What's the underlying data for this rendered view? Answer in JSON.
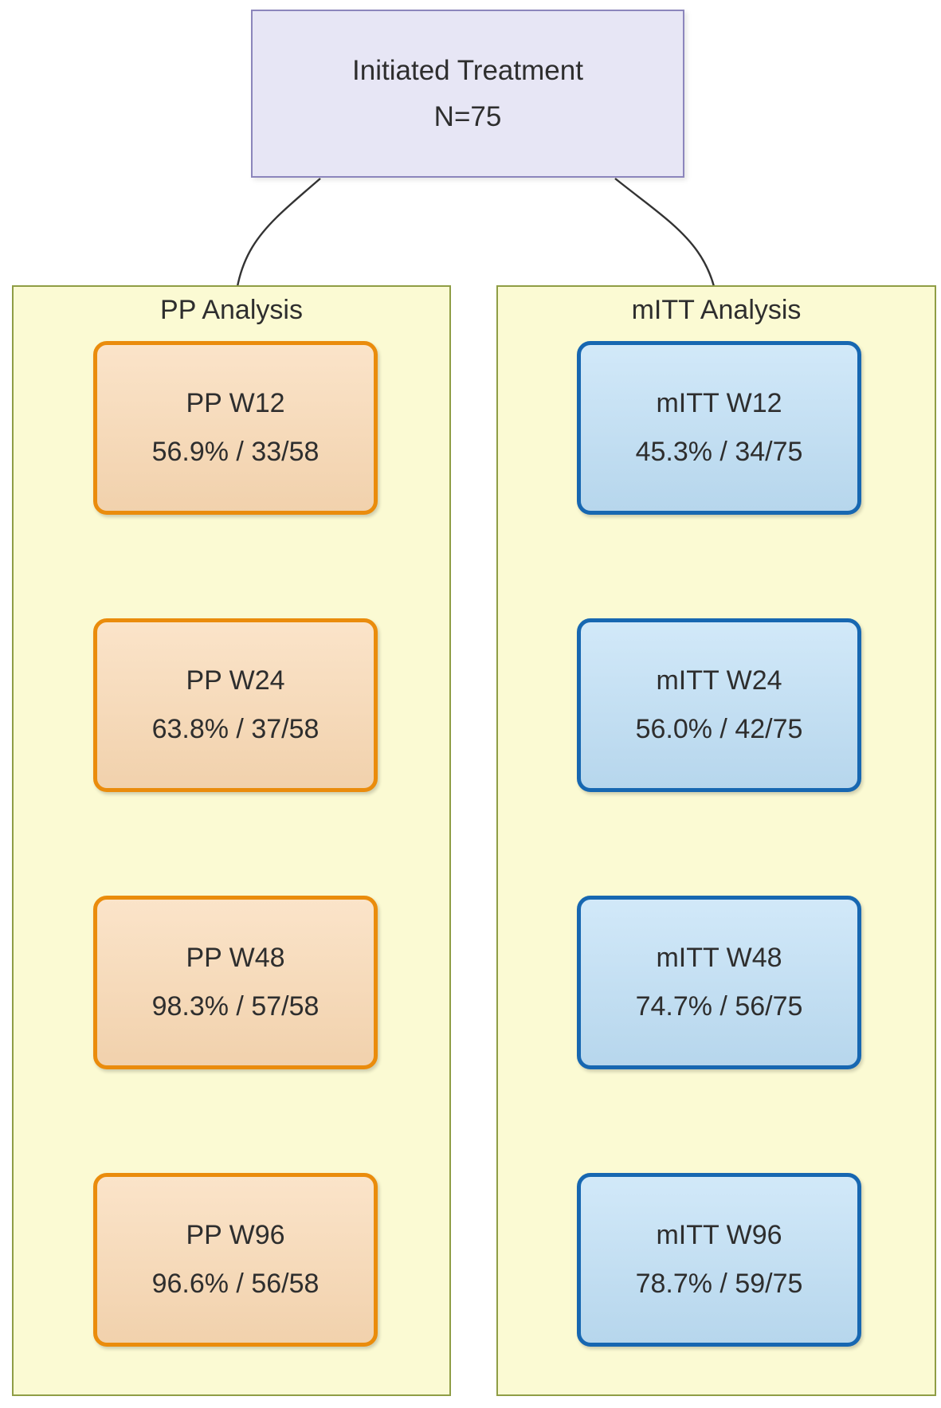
{
  "diagram": {
    "top_box": {
      "label": "Initiated Treatment",
      "sublabel": "N=75"
    },
    "panels": [
      {
        "title": "PP Analysis",
        "boxes": [
          {
            "label": "PP W12",
            "value": "56.9% / 33/58"
          },
          {
            "label": "PP W24",
            "value": "63.8% / 37/58"
          },
          {
            "label": "PP W48",
            "value": "98.3% / 57/58"
          },
          {
            "label": "PP W96",
            "value": "96.6% / 56/58"
          }
        ]
      },
      {
        "title": "mITT Analysis",
        "boxes": [
          {
            "label": "mITT W12",
            "value": "45.3% / 34/75"
          },
          {
            "label": "mITT W24",
            "value": "56.0% / 42/75"
          },
          {
            "label": "mITT W48",
            "value": "74.7% / 56/75"
          },
          {
            "label": "mITT W96",
            "value": "78.7% / 59/75"
          }
        ]
      }
    ],
    "colors": {
      "top_box_fill": "#E7E6F5",
      "top_box_border": "#8C86BC",
      "panel_fill": "#FBFAD3",
      "panel_border": "#8F9D45",
      "pp_box_fill": "#F9D8B2",
      "pp_box_border": "#EA8C0C",
      "mitt_box_fill": "#BEDFF6",
      "mitt_box_border": "#1767B1",
      "arrow": "#333333",
      "text": "#2E2E2E"
    }
  }
}
